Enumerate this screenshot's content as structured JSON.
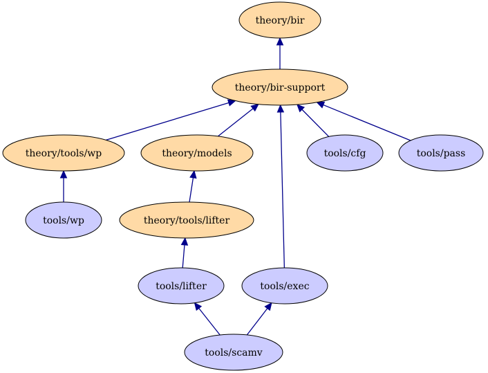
{
  "colors": {
    "theory_fill": "#ffdaa6",
    "tools_fill": "#ccccff",
    "edge": "#00008b"
  },
  "nodes": [
    {
      "id": "theory-bir",
      "label": "theory/bir",
      "kind": "theory"
    },
    {
      "id": "theory-bir-support",
      "label": "theory/bir-support",
      "kind": "theory"
    },
    {
      "id": "theory-tools-wp",
      "label": "theory/tools/wp",
      "kind": "theory"
    },
    {
      "id": "theory-models",
      "label": "theory/models",
      "kind": "theory"
    },
    {
      "id": "tools-cfg",
      "label": "tools/cfg",
      "kind": "tools"
    },
    {
      "id": "tools-pass",
      "label": "tools/pass",
      "kind": "tools"
    },
    {
      "id": "tools-wp",
      "label": "tools/wp",
      "kind": "tools"
    },
    {
      "id": "theory-tools-lifter",
      "label": "theory/tools/lifter",
      "kind": "theory"
    },
    {
      "id": "tools-lifter",
      "label": "tools/lifter",
      "kind": "tools"
    },
    {
      "id": "tools-exec",
      "label": "tools/exec",
      "kind": "tools"
    },
    {
      "id": "tools-scamv",
      "label": "tools/scamv",
      "kind": "tools"
    }
  ],
  "edges": [
    {
      "from": "theory-bir-support",
      "to": "theory-bir"
    },
    {
      "from": "theory-tools-wp",
      "to": "theory-bir-support"
    },
    {
      "from": "theory-models",
      "to": "theory-bir-support"
    },
    {
      "from": "tools-exec",
      "to": "theory-bir-support"
    },
    {
      "from": "tools-cfg",
      "to": "theory-bir-support"
    },
    {
      "from": "tools-pass",
      "to": "theory-bir-support"
    },
    {
      "from": "tools-wp",
      "to": "theory-tools-wp"
    },
    {
      "from": "theory-tools-lifter",
      "to": "theory-models"
    },
    {
      "from": "tools-lifter",
      "to": "theory-tools-lifter"
    },
    {
      "from": "tools-scamv",
      "to": "tools-lifter"
    },
    {
      "from": "tools-scamv",
      "to": "tools-exec"
    }
  ]
}
